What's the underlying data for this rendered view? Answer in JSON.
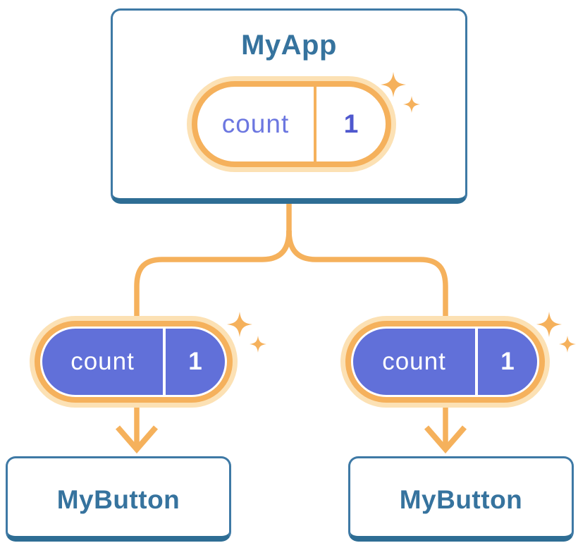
{
  "colors": {
    "accent": "#F5B15C",
    "glow": "#FCE1B4",
    "purple": "#6170D9",
    "text-blue": "#36739E",
    "indigo-text": "#6C77E0",
    "indigo-bold": "#4F58CE",
    "card-border": "#3E79A5",
    "card-border-dark": "#2E6D94",
    "white": "#FFFFFF"
  },
  "tree": {
    "root": {
      "name": "MyApp",
      "state": {
        "label": "count",
        "value": "1"
      }
    },
    "children": [
      {
        "name": "MyButton",
        "prop": {
          "label": "count",
          "value": "1"
        }
      },
      {
        "name": "MyButton",
        "prop": {
          "label": "count",
          "value": "1"
        }
      }
    ]
  }
}
